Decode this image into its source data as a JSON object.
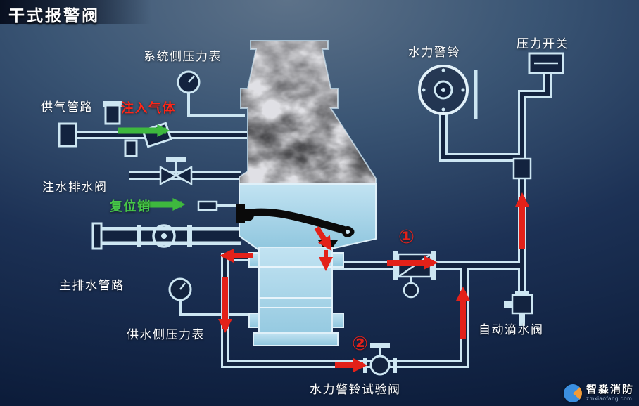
{
  "title": "干式报警阀",
  "labels": {
    "system_gauge": "系统侧压力表",
    "air_supply": "供气管路",
    "inject_gas": "注入气体",
    "fill_drain_valve": "注水排水阀",
    "reset_pin": "复位销",
    "main_drain": "主排水管路",
    "supply_gauge": "供水侧压力表",
    "water_bell": "水力警铃",
    "pressure_switch": "压力开关",
    "auto_drip_valve": "自动滴水阀",
    "bell_test_valve": "水力警铃试验阀"
  },
  "steps": {
    "step1": "①",
    "step2": "②"
  },
  "watermark": {
    "name": "智淼消防",
    "domain": "zmxiaofang.com"
  },
  "colors": {
    "pipe": "#cde6f2",
    "pipe_inner": "#13233f",
    "water": "#a6d4e9",
    "arrow_red": "#e32119",
    "arrow_green": "#3eb83e",
    "text_red": "#ff2617",
    "text_green": "#47c948"
  }
}
